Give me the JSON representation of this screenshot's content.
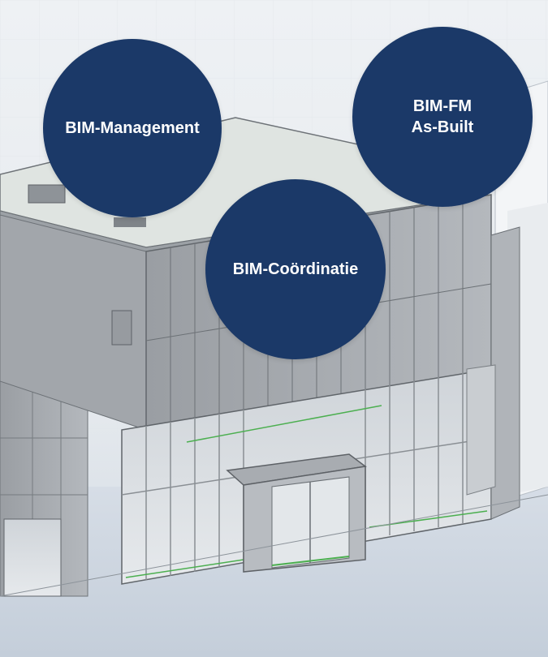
{
  "bubbles": {
    "management": {
      "line1": "BIM-Management"
    },
    "fm": {
      "line1": "BIM-FM",
      "line2": "As-Built"
    },
    "coordination": {
      "line1": "BIM-Coördinatie"
    }
  },
  "colors": {
    "bubble": "#1b3968",
    "bubble_text": "#ffffff",
    "background": "#dde3ea",
    "facade": "#a9adb2",
    "glass_line": "#4caf50"
  }
}
